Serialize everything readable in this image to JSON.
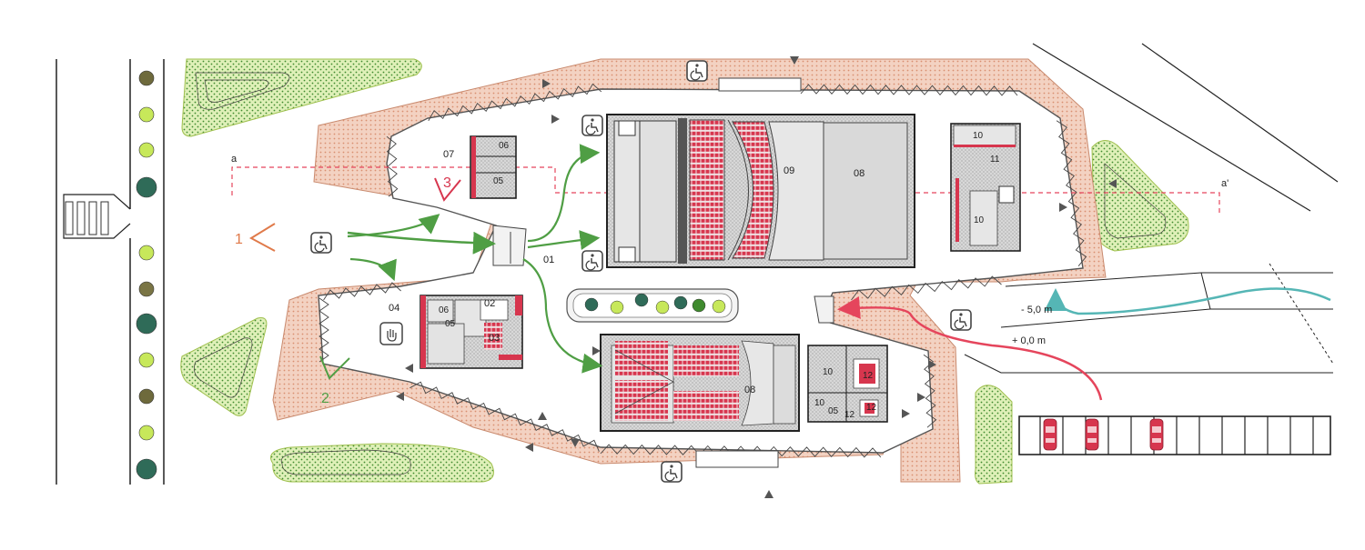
{
  "rooms": {
    "r01": "01",
    "r02": "02",
    "r03": "03",
    "r04": "04",
    "r05a": "05",
    "r05b": "05",
    "r05c": "05",
    "r06a": "06",
    "r06b": "06",
    "r07": "07",
    "r08a": "08",
    "r08b": "08",
    "r09": "09",
    "r10a": "10",
    "r10b": "10",
    "r10c": "10",
    "r10d": "10",
    "r11": "11",
    "r12a": "12",
    "r12b": "12",
    "r12c": "12"
  },
  "viewpoints": {
    "v1": "1",
    "v2": "2",
    "v3": "3"
  },
  "section": {
    "start": "a",
    "end": "a'"
  },
  "levels": {
    "upper": "- 5,0 m",
    "lower": "+ 0,0 m"
  },
  "icons": {
    "accessibility": "wheelchair-icon",
    "info_point": "hand-info-icon",
    "car": "car-icon",
    "north": "triangle-marker-icon"
  },
  "colors": {
    "terrain": "#e9b9a2",
    "seats": "#d7364e",
    "path_green": "#4f9e44",
    "path_teal": "#55b6b5",
    "path_red": "#e5455c",
    "viewpoint_orange": "#e07a4a",
    "viewpoint_green": "#4f9e44",
    "viewpoint_red": "#d7364e",
    "vegetation": "#b8db6a"
  }
}
